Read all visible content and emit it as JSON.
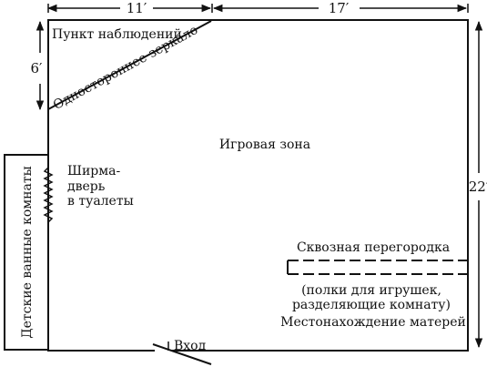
{
  "dimensions": {
    "top_left": "11′",
    "top_right": "17′",
    "left_height": "6′",
    "right_height": "22′"
  },
  "labels": {
    "observation_point": "Пункт наблюдений",
    "one_way_mirror": "Одностороннее зеркало",
    "play_area": "Игровая зона",
    "screen_door_line1": "Ширма-",
    "screen_door_line2": "дверь",
    "screen_door_line3": "в туалеты",
    "children_bathrooms": "Детские ванные комнаты",
    "through_partition": "Сквозная перегородка",
    "shelves_line1": "(полки для игрушек,",
    "shelves_line2": "разделяющие комнату)",
    "mothers_location": "Местонахождение матерей",
    "entrance": "Вход"
  }
}
